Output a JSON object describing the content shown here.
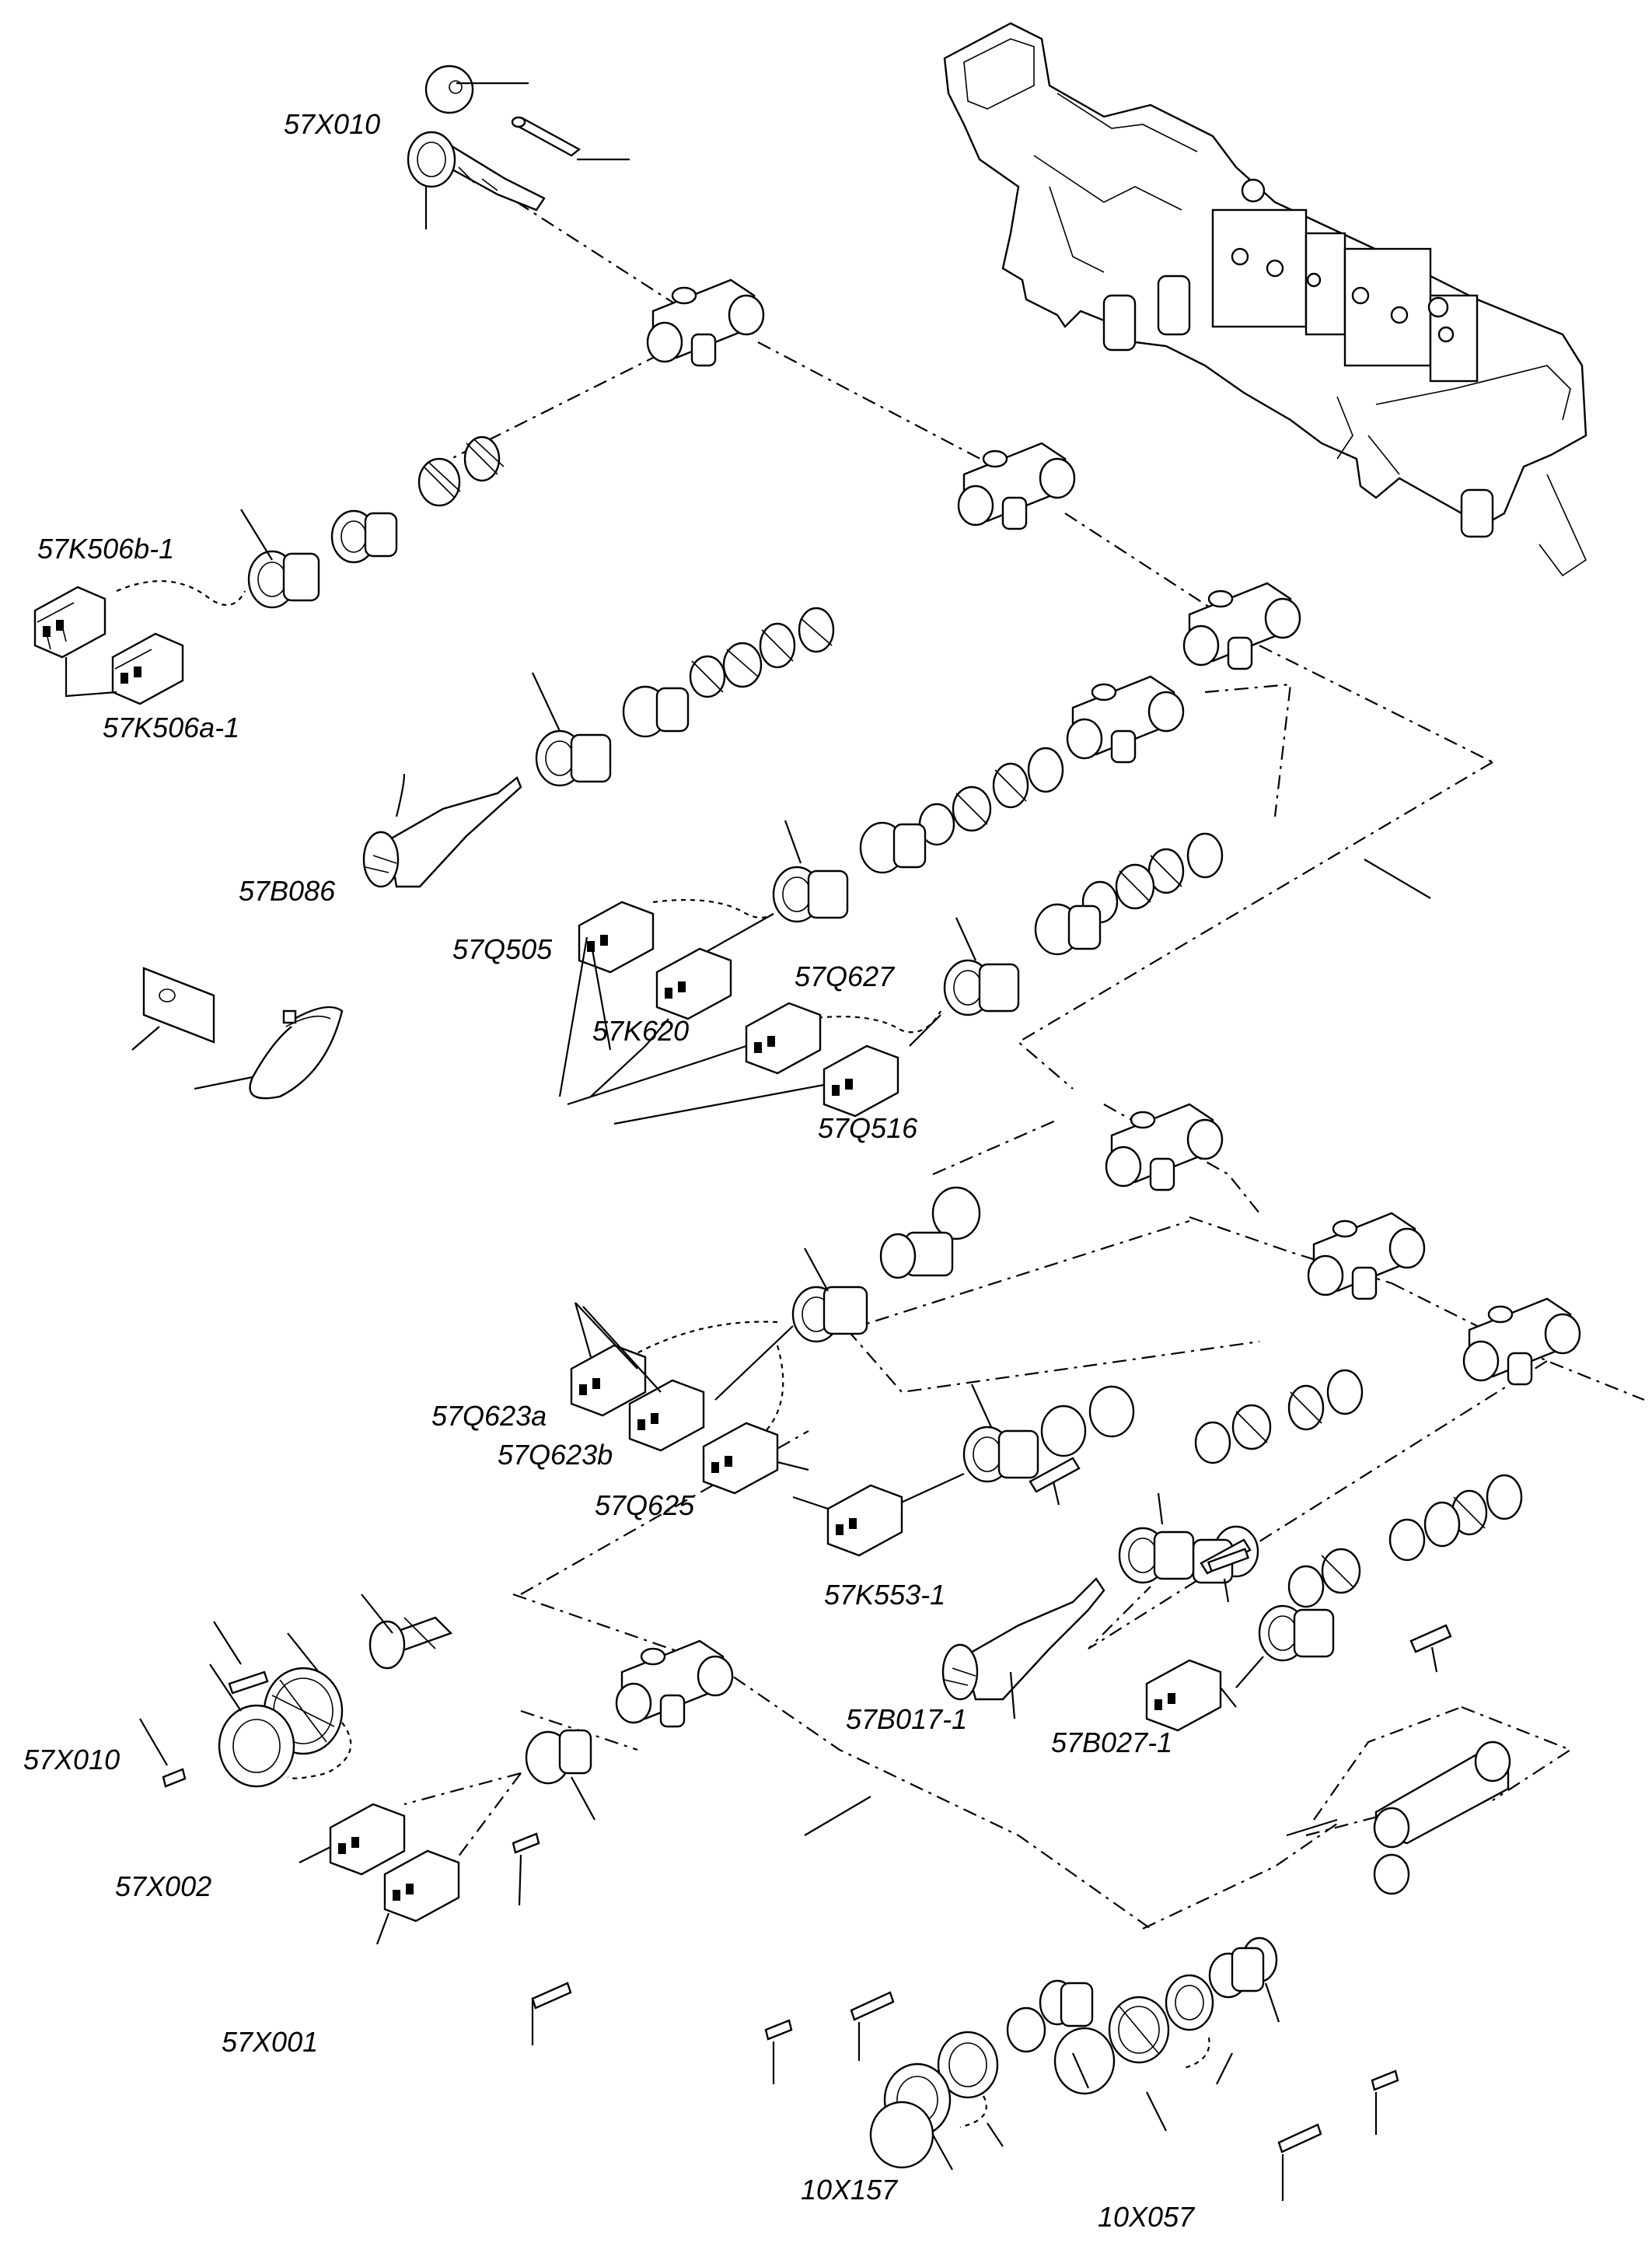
{
  "labels": {
    "x010_top": "57X010",
    "k506b": "57K506b-1",
    "k506a": "57K506a-1",
    "b086": "57B086",
    "q505": "57Q505",
    "k620": "57K620",
    "q627": "57Q627",
    "q516": "57Q516",
    "q623a": "57Q623a",
    "q623b": "57Q623b",
    "q625": "57Q625",
    "k553": "57K553-1",
    "b017": "57B017-1",
    "b027": "57B027-1",
    "x010_bottom": "57X010",
    "x002": "57X002",
    "x001": "57X001",
    "x157": "10X157",
    "x057": "10X057"
  },
  "icons": [
    "frame-assembly",
    "t-piece",
    "grommet",
    "connector-housing",
    "plug-body",
    "sensor",
    "cable-tie",
    "label-plate",
    "pin",
    "socket-contact",
    "seal-cap"
  ]
}
